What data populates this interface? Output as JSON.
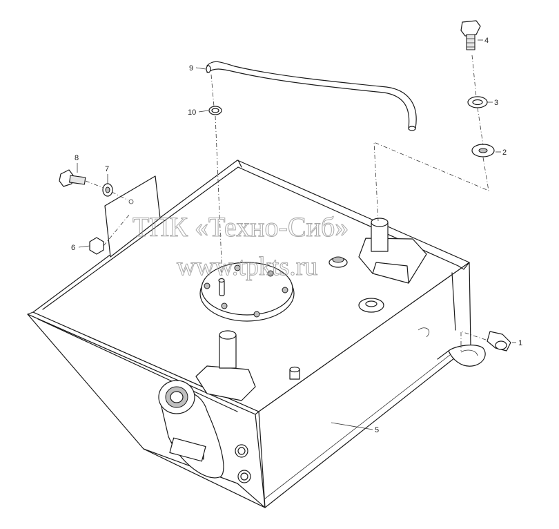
{
  "watermark": {
    "line1": "ТПК «Техно-Сиб»",
    "line2": "www.tpkts.ru"
  },
  "callouts": [
    "1",
    "2",
    "3",
    "4",
    "5",
    "6",
    "7",
    "8",
    "9",
    "10"
  ],
  "colors": {
    "line": "#1a1a1a",
    "watermark": "#9a9a9a",
    "background": "#ffffff"
  }
}
